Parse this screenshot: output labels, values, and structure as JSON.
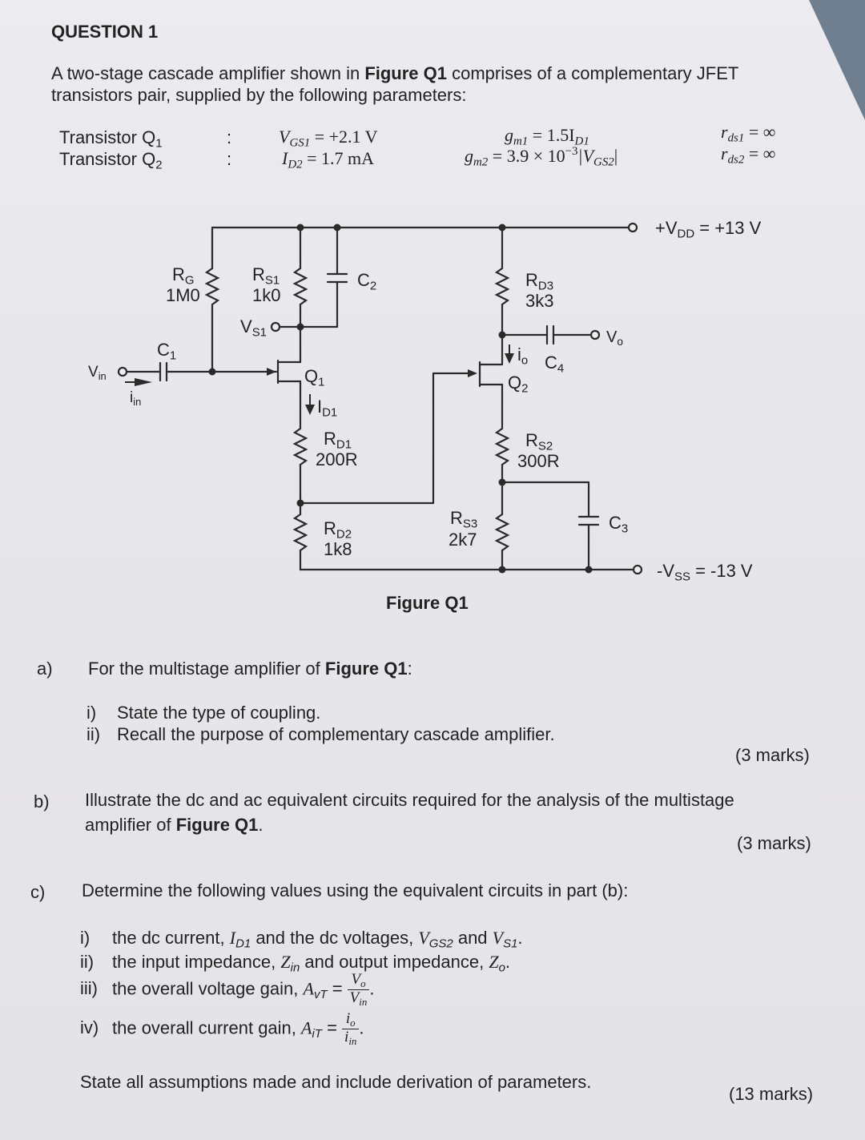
{
  "question": {
    "title": "QUESTION 1",
    "intro_pre": "A two-stage cascade amplifier shown in ",
    "intro_fig": "Figure Q1",
    "intro_post": " comprises of a complementary JFET transistors pair, supplied by the following parameters:"
  },
  "params": {
    "q1": {
      "name": "Transistor Q",
      "idx": "1",
      "colon": ":",
      "vgs_sym": "V",
      "vgs_sub": "GS1",
      "vgs_val": " = +2.1 V",
      "gm_sym": "g",
      "gm_sub": "m1",
      "gm_val": " = 1.5I",
      "gm_val_sub": "D1",
      "rds_sym": "r",
      "rds_sub": "ds1",
      "rds_val": " = ∞"
    },
    "q2": {
      "name": "Transistor Q",
      "idx": "2",
      "colon": ":",
      "id_sym": "I",
      "id_sub": "D2",
      "id_val": " = 1.7 mA",
      "gm_sym": "g",
      "gm_sub": "m2",
      "gm_val": " = 3.9 × 10",
      "gm_exp": "−3",
      "gm_tail": "|V",
      "gm_tail_sub": "GS2",
      "gm_end": "|",
      "rds_sym": "r",
      "rds_sub": "ds2",
      "rds_val": " = ∞"
    }
  },
  "circuit": {
    "vdd": {
      "main": "+V",
      "sub": "DD",
      "val": " = +13 V"
    },
    "vss": {
      "main": "-V",
      "sub": "SS",
      "val": " = -13 V"
    },
    "rg": {
      "main": "R",
      "sub": "G",
      "val": "1M0"
    },
    "rs1": {
      "main": "R",
      "sub": "S1",
      "val": "1k0"
    },
    "c2": {
      "main": "C",
      "sub": "2"
    },
    "rd3": {
      "main": "R",
      "sub": "D3",
      "val": "3k3"
    },
    "vs1": {
      "main": "V",
      "sub": "S1"
    },
    "vo": {
      "main": "V",
      "sub": "o"
    },
    "c1": {
      "main": "C",
      "sub": "1"
    },
    "vin": {
      "main": "V",
      "sub": "in"
    },
    "iin": {
      "main": "i",
      "sub": "in"
    },
    "q1": {
      "main": "Q",
      "sub": "1"
    },
    "io": {
      "main": "i",
      "sub": "o"
    },
    "c4": {
      "main": "C",
      "sub": "4"
    },
    "q2": {
      "main": "Q",
      "sub": "2"
    },
    "id1": {
      "main": "I",
      "sub": "D1"
    },
    "rd1": {
      "main": "R",
      "sub": "D1",
      "val": "200R"
    },
    "rs2": {
      "main": "R",
      "sub": "S2",
      "val": "300R"
    },
    "rd2": {
      "main": "R",
      "sub": "D2",
      "val": "1k8"
    },
    "rs3": {
      "main": "R",
      "sub": "S3",
      "val": "2k7"
    },
    "c3": {
      "main": "C",
      "sub": "3"
    }
  },
  "figure_caption": "Figure Q1",
  "part_a": {
    "label": "a)",
    "text_pre": "For the multistage amplifier of ",
    "text_fig": "Figure Q1",
    "text_post": ":",
    "items": [
      {
        "num": "i)",
        "text": "State the type of coupling."
      },
      {
        "num": "ii)",
        "text": "Recall the purpose of complementary cascade amplifier."
      }
    ],
    "marks": "(3 marks)"
  },
  "part_b": {
    "label": "b)",
    "line1": "Illustrate the dc and ac equivalent circuits required for the analysis of the multistage",
    "line2_pre": "amplifier of ",
    "line2_fig": "Figure Q1",
    "line2_post": ".",
    "marks": "(3 marks)"
  },
  "part_c": {
    "label": "c)",
    "text": "Determine the following values using the equivalent circuits in part (b):",
    "i": {
      "num": "i)",
      "pre": "the dc current, ",
      "s1": "I",
      "s1sub": "D1",
      "mid": " and the dc voltages, ",
      "s2": "V",
      "s2sub": "GS2",
      "and": " and ",
      "s3": "V",
      "s3sub": "S1",
      "end": "."
    },
    "ii": {
      "num": "ii)",
      "pre": "the input impedance, ",
      "s1": "Z",
      "s1sub": "in",
      "mid": " and output impedance, ",
      "s2": "Z",
      "s2sub": "o",
      "end": "."
    },
    "iii": {
      "num": "iii)",
      "pre": "the overall voltage gain, ",
      "sym": "A",
      "symsub": "vT",
      "eq": " = ",
      "num_top": "V",
      "num_top_sub": "o",
      "den": "V",
      "den_sub": "in",
      "end": "."
    },
    "iv": {
      "num": "iv)",
      "pre": "the overall current gain, ",
      "sym": "A",
      "symsub": "iT",
      "eq": " = ",
      "num_top": "i",
      "num_top_sub": "o",
      "den": "i",
      "den_sub": "in",
      "end": "."
    },
    "assumptions": "State all assumptions made and include derivation of parameters.",
    "marks": "(13 marks)"
  }
}
